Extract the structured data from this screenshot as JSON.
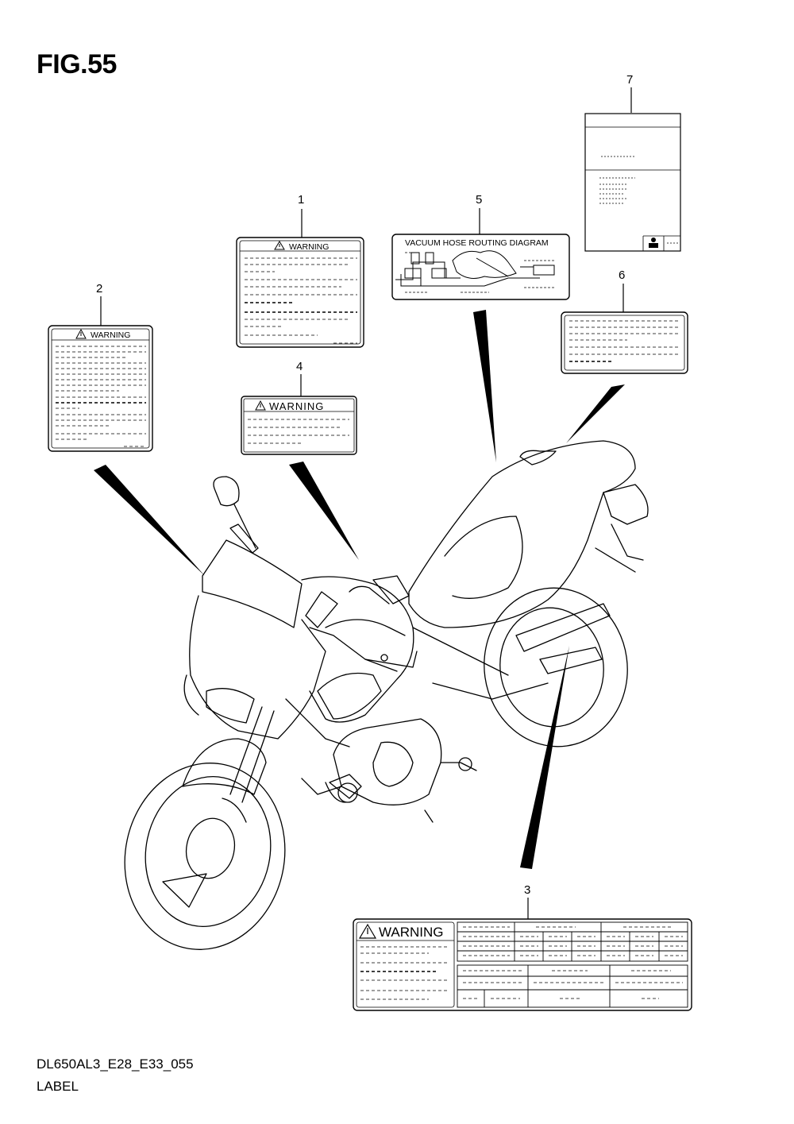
{
  "figure": {
    "title": "FIG.55",
    "code": "DL650AL3_E28_E33_055",
    "name": "LABEL"
  },
  "callouts": [
    "1",
    "2",
    "3",
    "4",
    "5",
    "6",
    "7"
  ],
  "labels": {
    "label1": {
      "heading": "WARNING"
    },
    "label2": {
      "heading": "WARNING"
    },
    "label3": {
      "heading": "WARNING"
    },
    "label4": {
      "heading": "WARNING"
    },
    "label5": {
      "heading": "VACUUM HOSE ROUTING DIAGRAM"
    }
  },
  "icons": {
    "warning": "warning-triangle-icon",
    "manual_person": "person-icon"
  }
}
